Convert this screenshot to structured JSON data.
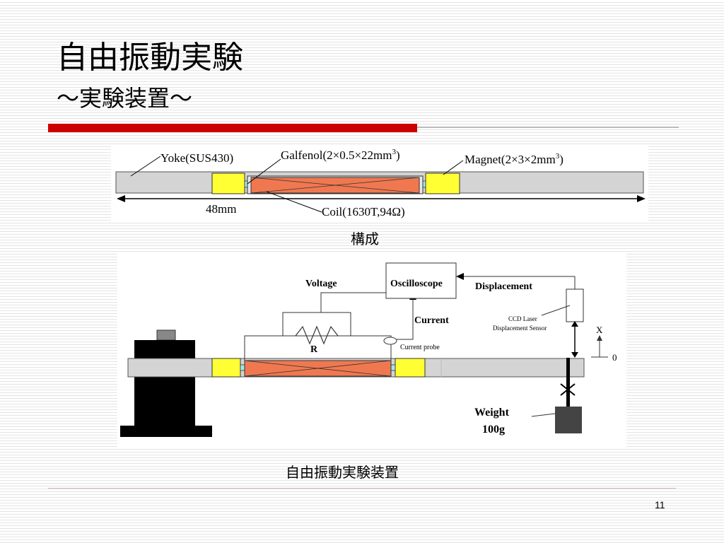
{
  "slide": {
    "title": "自由振動実験",
    "subtitle": "～実験装置～",
    "page_number": "11"
  },
  "figure1": {
    "yoke_label": "Yoke(SUS430)",
    "galfenol_label": "Galfenol(2×0.5×22mm",
    "galfenol_sup": "3",
    "galfenol_close": ")",
    "magnet_label": "Magnet(2×3×2mm",
    "magnet_sup": "3",
    "magnet_close": ")",
    "length_label": "48mm",
    "coil_label": "Coil(1630T,94Ω)",
    "caption": "構成"
  },
  "figure2": {
    "voltage_label": "Voltage",
    "oscilloscope_label": "Oscilloscope",
    "displacement_label": "Displacement",
    "current_label": "Current",
    "current_probe_label": "Current probe",
    "resistor_label": "R",
    "sensor_label_line1": "CCD Laser",
    "sensor_label_line2": "Displacement Sensor",
    "x_axis_label": "X",
    "zero_label": "0",
    "weight_label": "Weight",
    "weight_value": "100g",
    "caption": "自由振動実験装置"
  },
  "colors": {
    "accent_red": "#cc0000",
    "magnet_yellow": "#ffff33",
    "coil_orange": "#f07850",
    "yoke_gray": "#d4d4d4",
    "spacer_cyan": "#9fe8e8",
    "base_black": "#000000",
    "weight_gray": "#444444"
  }
}
